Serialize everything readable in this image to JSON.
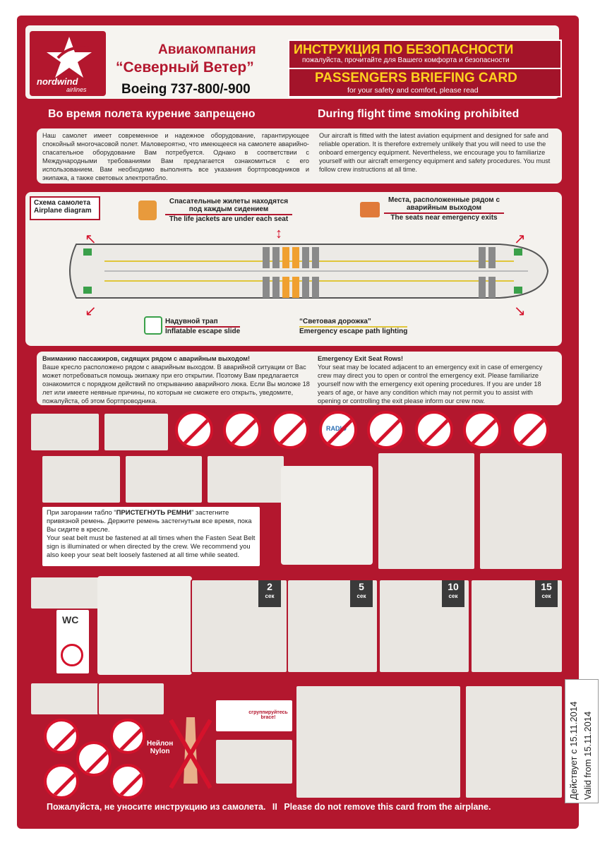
{
  "header": {
    "logo_word": "nordwind",
    "logo_sub": "airlines",
    "company_ru": "Авиакомпания",
    "company_name_ru": "“Северный Ветер”",
    "aircraft": "Boeing 737-800/-900",
    "title_ru": "ИНСТРУКЦИЯ ПО БЕЗОПАСНОСТИ",
    "subtitle_ru": "пожалуйста, прочитайте для Вашего комфорта и безопасности",
    "title_en": "PASSENGERS BRIEFING CARD",
    "subtitle_en": "for your safety and comfort, please read"
  },
  "smoking": {
    "ru": "Во время полета курение запрещено",
    "en": "During flight time smoking prohibited"
  },
  "intro": {
    "ru": "Наш самолет имеет современное и надежное оборудование, гарантирующее спокойный многочасовой полет. Маловероятно, что имеющееся на самолете аварийно-спасательное оборудование Вам потребуется. Однако в соответствии с Международными требованиями Вам предлагается ознакомиться с его использованием. Вам необходимо выполнять все указания бортпроводников и экипажа, а также световых электротабло.",
    "en": "Our aircraft is fitted with the latest aviation equipment and designed for safe and reliable operation. It is therefore extremely unlikely that you will need to use the onboard emergency equipment. Nevertheless, we encourage you to familiarize yourself with our aircraft emergency equipment and safety procedures. You must follow crew instructions at all time."
  },
  "diagram": {
    "label_ru": "Схема самолета",
    "label_en": "Airplane diagram",
    "life_jackets_ru": "Спасательные жилеты находятся под каждым сидением",
    "life_jackets_en": "The life jackets are under each seat",
    "exit_seats_ru": "Места, расположенные рядом с аварийным выходом",
    "exit_seats_en": "The seats near emergency exits",
    "slide_ru": "Надувной трап",
    "slide_en": "Inflatable escape slide",
    "path_ru": "“Световая дорожка”",
    "path_en": "Emergency escape path lighting"
  },
  "exit_rows": {
    "title_ru": "Вниманию пассажиров, сидящих рядом с аварийным выходом!",
    "body_ru": "Ваше кресло расположено рядом с аварийным выходом. В аварийной ситуации от Вас может потребоваться помощь экипажу при его открытии. Поэтому Вам предлагается ознакомится с порядком действий по открыванию аварийного люка. Если Вы моложе 18 лет или имеете неявные причины, по которым не сможете его открыть, уведомите, пожалуйста, об этом бортпроводника.",
    "title_en": "Emergency Exit Seat Rows!",
    "body_en": "Your seat may be located adjacent to an emergency exit in case of emergency crew may direct you to open or control the emergency exit. Please familiarize yourself now with the emergency exit opening procedures. If you are under 18 years of age, or have any condition which may not permit you to assist with opening or controlling the exit please inform our crew now."
  },
  "seatbelt": {
    "ru_pre": "При загорании табло “",
    "ru_strong": "ПРИСТЕГНУТЬ РЕМНИ",
    "ru_post": "” застегните привязной ремень. Держите ремень застегнутым все время, пока Вы сидите в кресле.",
    "en": "Your seat belt must be fastened at all times when the Fasten Seat Belt sign is illuminated or when directed by the crew. We recommend you also keep your seat belt loosely fastened at all time while seated."
  },
  "prohibited_icons": [
    "laptop-icon",
    "headphones-icon",
    "cd-player-icon",
    "radio-icon",
    "toy-car-icon",
    "mobile-phone-icon",
    "shaver-icon",
    "cigarette-icon"
  ],
  "radio_label": "RADIO",
  "wc_label": "WC",
  "oxygen_steps": [
    {
      "num": "2",
      "unit": "сек"
    },
    {
      "num": "5",
      "unit": "сек"
    },
    {
      "num": "10",
      "unit": "сек"
    },
    {
      "num": "15",
      "unit": "сек"
    }
  ],
  "nylon_ru": "Нейлон",
  "nylon_en": "Nylon",
  "brace_label": "сгруппируйтесь brace!",
  "footer": {
    "ru": "Пожалуйста, не уносите инструкцию из самолета.",
    "sep": "II",
    "en": "Please do not remove this card from the airplane."
  },
  "stamp": {
    "ru": "Действует с 15.11.2014",
    "en": "Valid from 15.11.2014"
  },
  "colors": {
    "brand_red": "#b3172e",
    "title_yellow": "#ffd21f",
    "panel_bg": "#f4f2ee"
  }
}
